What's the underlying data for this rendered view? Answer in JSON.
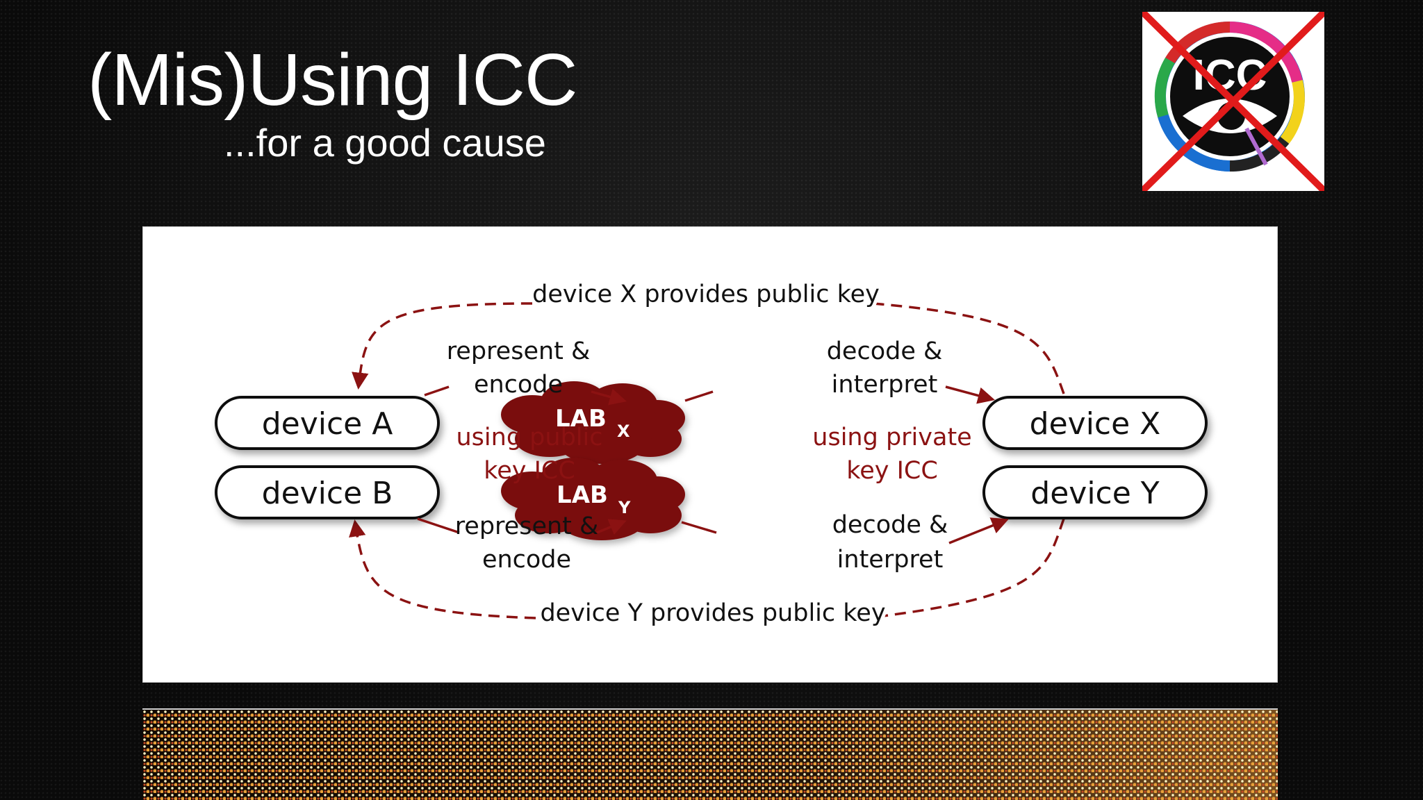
{
  "slide": {
    "title": "(Mis)Using ICC",
    "subtitle": "...for a good cause"
  },
  "logo": {
    "text": "ICC",
    "icon": "icc-logo-crossed-out-icon",
    "cross_color": "#e11b1b"
  },
  "diagram": {
    "devices": {
      "a": "device A",
      "b": "device B",
      "x": "device X",
      "y": "device Y"
    },
    "top_arc_label": "device X provides public key",
    "bottom_arc_label": "device Y provides public key",
    "encode_top": [
      "represent &",
      "encode"
    ],
    "encode_bottom": [
      "represent &",
      "encode"
    ],
    "decode_top": [
      "decode &",
      "interpret"
    ],
    "decode_bottom": [
      "decode &",
      "interpret"
    ],
    "using_public": [
      "using public",
      "key ICC"
    ],
    "using_private": [
      "using private",
      "key ICC"
    ],
    "cloud_x": {
      "main": "LAB",
      "sub": "X"
    },
    "cloud_y": {
      "main": "LAB",
      "sub": "Y"
    },
    "colors": {
      "accent_red": "#8b1212",
      "cloud_fill": "#7a0c0c",
      "box_stroke": "#111111"
    }
  }
}
